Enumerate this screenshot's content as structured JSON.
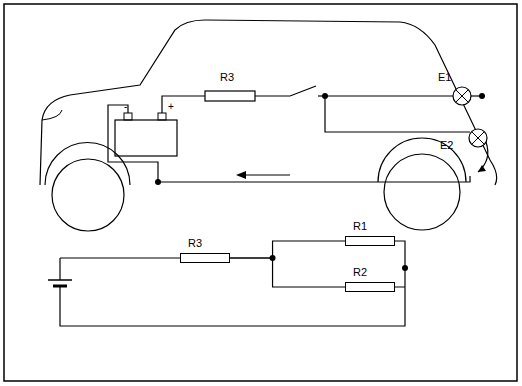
{
  "diagram": {
    "nodes": [
      {
        "text": [
          "R3"
        ]
      },
      {
        "text": [
          "R1"
        ]
      },
      {
        "text": [
          "R2"
        ]
      }
    ],
    "edges": [
      {
        "from": 0,
        "to": 1,
        "arrow": "none"
      },
      {
        "from": 0,
        "to": 2,
        "arrow": "none"
      }
    ],
    "labels": [
      "R3",
      "E1",
      "E2"
    ]
  }
}
